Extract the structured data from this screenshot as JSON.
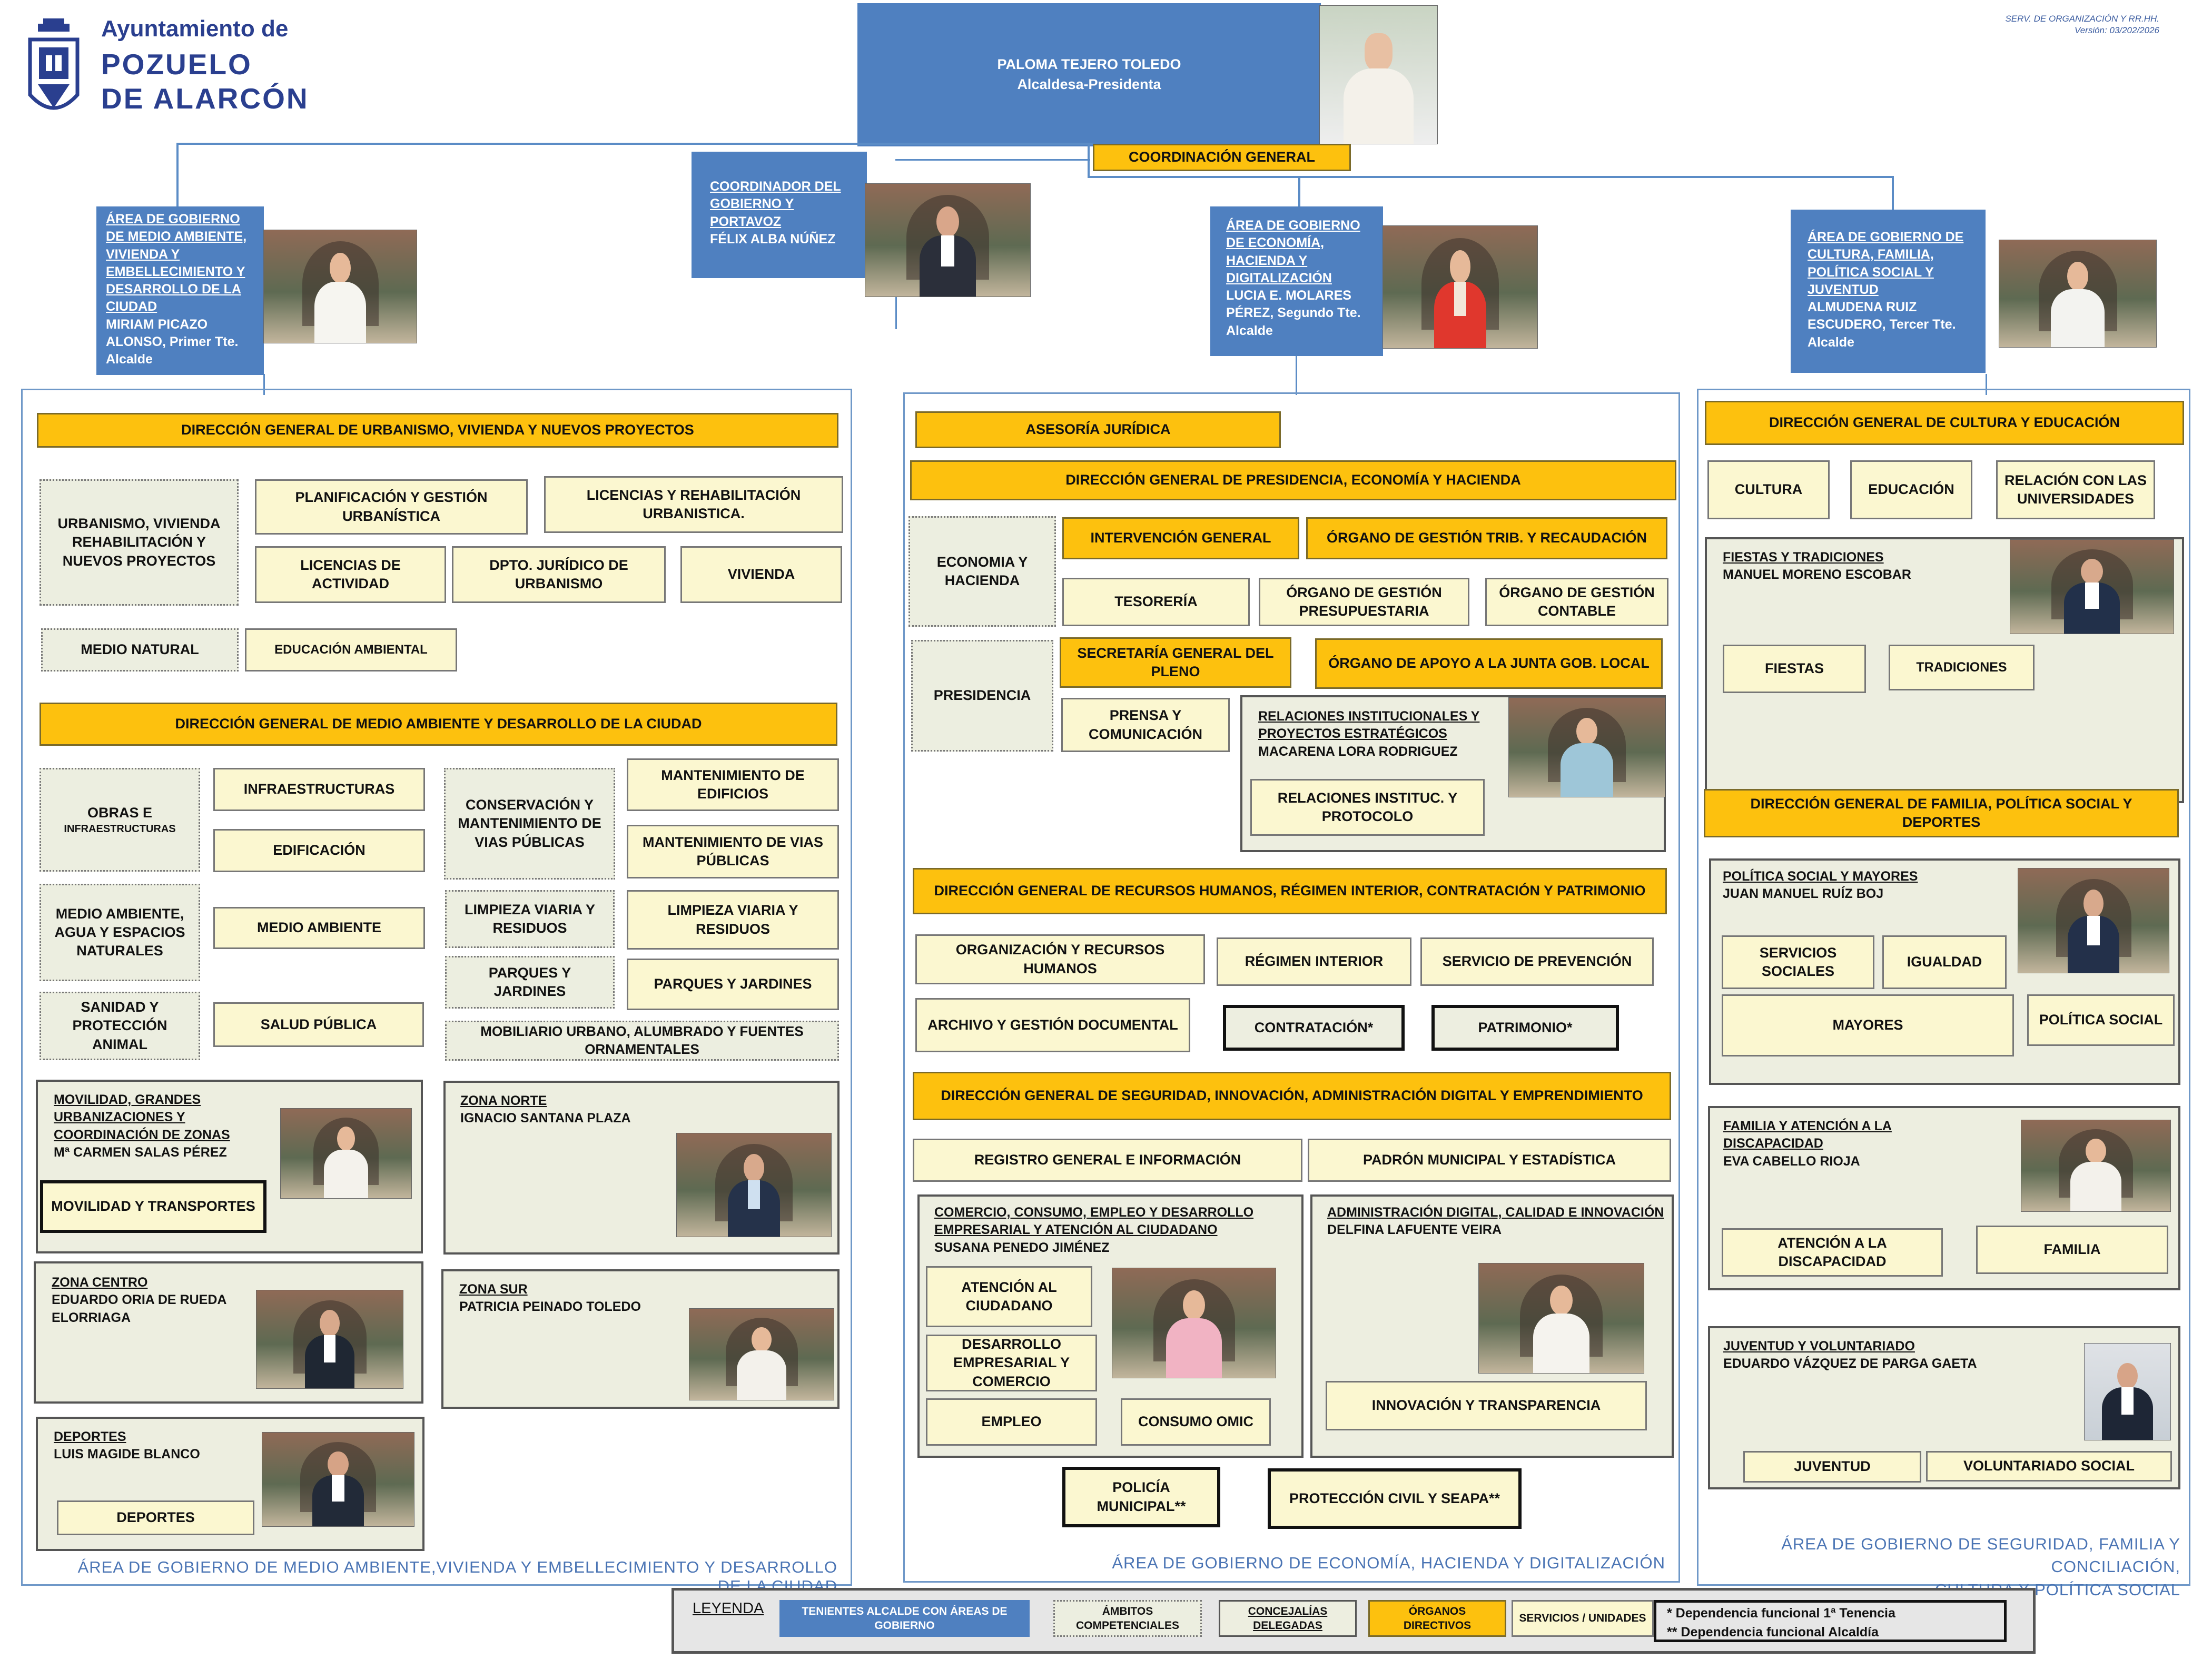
{
  "header": {
    "brand_line1": "Ayuntamiento de",
    "brand_line2": "POZUELO",
    "brand_line3": "DE ALARCÓN",
    "service": "SERV. DE ORGANIZACIÓN Y RR.HH.",
    "version": "Versión: 03/202/2026",
    "mayor_name": "PALOMA TEJERO TOLEDO",
    "mayor_title": "Alcaldesa-Presidenta",
    "coord_general": "COORDINACIÓN GENERAL"
  },
  "tenientes": {
    "t1_area": "ÁREA DE GOBIERNO DE MEDIO AMBIENTE, VIVIENDA Y EMBELLECIMIENTO Y DESARROLLO DE LA CIUDAD",
    "t1_person": "MIRIAM PICAZO ALONSO, Primer Tte. Alcalde",
    "coord_area": "COORDINADOR DEL GOBIERNO Y PORTAVOZ",
    "coord_person": "FÉLIX ALBA NÚÑEZ",
    "t2_area": "ÁREA DE GOBIERNO DE ECONOMÍA, HACIENDA Y DIGITALIZACIÓN",
    "t2_person": "LUCIA E. MOLARES PÉREZ, Segundo Tte. Alcalde",
    "t3_area": "ÁREA DE GOBIERNO DE CULTURA, FAMILIA, POLÍTICA SOCIAL Y JUVENTUD",
    "t3_person": "ALMUDENA RUIZ ESCUDERO, Tercer Tte. Alcalde"
  },
  "left": {
    "dg1": "DIRECCIÓN GENERAL DE URBANISMO, VIVIENDA Y NUEVOS PROYECTOS",
    "urb": "URBANISMO, VIVIENDA REHABILITACIÓN Y NUEVOS PROYECTOS",
    "plan": "PLANIFICACIÓN Y GESTIÓN URBANÍSTICA",
    "lic_reh": "LICENCIAS Y REHABILITACIÓN URBANISTICA.",
    "lic_act": "LICENCIAS DE ACTIVIDAD",
    "dpto": "DPTO. JURÍDICO DE URBANISMO",
    "vivienda": "VIVIENDA",
    "medio_natural": "MEDIO NATURAL",
    "edu_amb": "EDUCACIÓN AMBIENTAL",
    "dg2": "DIRECCIÓN GENERAL DE MEDIO AMBIENTE Y DESARROLLO DE LA CIUDAD",
    "obras_a": "OBRAS E",
    "obras_b": "INFRAESTRUCTURAS",
    "infra": "INFRAESTRUCTURAS",
    "edif": "EDIFICACIÓN",
    "conserv": "CONSERVACIÓN Y MANTENIMIENTO DE VIAS PÚBLICAS",
    "mant_edif": "MANTENIMIENTO DE EDIFICIOS",
    "mant_vias": "MANTENIMIENTO DE VIAS PÚBLICAS",
    "ma_agua": "MEDIO AMBIENTE, AGUA Y ESPACIOS NATURALES",
    "medio_amb": "MEDIO AMBIENTE",
    "limp1": "LIMPIEZA VIARIA Y RESIDUOS",
    "limp2": "LIMPIEZA VIARIA Y RESIDUOS",
    "parq1": "PARQUES Y JARDINES",
    "parq2": "PARQUES Y JARDINES",
    "sanidad": "SANIDAD Y PROTECCIÓN ANIMAL",
    "salud": "SALUD PÚBLICA",
    "mobiliario": "MOBILIARIO URBANO, ALUMBRADO Y FUENTES ORNAMENTALES",
    "mov_title": "MOVILIDAD, GRANDES URBANIZACIONES Y COORDINACIÓN DE ZONAS",
    "mov_person": "Mª CARMEN SALAS PÉREZ",
    "mov_box": "MOVILIDAD Y TRANSPORTES",
    "zn_title": "ZONA NORTE",
    "zn_person": "IGNACIO SANTANA PLAZA",
    "zc_title": "ZONA CENTRO",
    "zc_person": "EDUARDO ORIA DE RUEDA ELORRIAGA",
    "zs_title": "ZONA SUR",
    "zs_person": "PATRICIA PEINADO TOLEDO",
    "dep_title": "DEPORTES",
    "dep_person": "LUIS MAGIDE BLANCO",
    "dep_box": "DEPORTES",
    "footer": "ÁREA DE GOBIERNO DE MEDIO AMBIENTE,VIVIENDA Y EMBELLECIMIENTO Y DESARROLLO DE LA CIUDAD"
  },
  "mid": {
    "asesoria": "ASESORÍA JURÍDICA",
    "dg3": "DIRECCIÓN GENERAL DE PRESIDENCIA, ECONOMÍA Y HACIENDA",
    "eco": "ECONOMIA Y HACIENDA",
    "interv": "INTERVENCIÓN GENERAL",
    "org_trib": "ÓRGANO DE GESTIÓN TRIB. Y RECAUDACIÓN",
    "tesoreria": "TESORERÍA",
    "org_pres": "ÓRGANO DE GESTIÓN PRESUPUESTARIA",
    "org_cont": "ÓRGANO DE GESTIÓN CONTABLE",
    "presidencia": "PRESIDENCIA",
    "secretaria": "SECRETARÍA GENERAL DEL PLENO",
    "org_apoyo": "ÓRGANO DE APOYO A LA JUNTA GOB. LOCAL",
    "prensa": "PRENSA Y COMUNICACIÓN",
    "rel_title": "RELACIONES INSTITUCIONALES Y PROYECTOS ESTRATÉGICOS",
    "rel_person": "MACARENA LORA RODRIGUEZ",
    "rel_box": "RELACIONES INSTITUC. Y PROTOCOLO",
    "dg4": "DIRECCIÓN GENERAL DE RECURSOS HUMANOS, RÉGIMEN INTERIOR, CONTRATACIÓN Y PATRIMONIO",
    "org_rrhh": "ORGANIZACIÓN Y RECURSOS HUMANOS",
    "regimen": "RÉGIMEN INTERIOR",
    "prevencion": "SERVICIO DE PREVENCIÓN",
    "archivo": "ARCHIVO Y GESTIÓN DOCUMENTAL",
    "contratacion": "CONTRATACIÓN*",
    "patrimonio": "PATRIMONIO*",
    "dg5": "DIRECCIÓN GENERAL DE SEGURIDAD, INNOVACIÓN, ADMINISTRACIÓN DIGITAL Y EMPRENDIMIENTO",
    "registro": "REGISTRO GENERAL E INFORMACIÓN",
    "padron": "PADRÓN MUNICIPAL Y ESTADÍSTICA",
    "com_title": "COMERCIO, CONSUMO, EMPLEO Y DESARROLLO EMPRESARIAL Y ATENCIÓN AL CIUDADANO",
    "com_person": "SUSANA PENEDO JIMÉNEZ",
    "atencion": "ATENCIÓN AL CIUDADANO",
    "desarrollo": "DESARROLLO EMPRESARIAL Y COMERCIO",
    "empleo": "EMPLEO",
    "consumo": "CONSUMO OMIC",
    "adm_title": "ADMINISTRACIÓN DIGITAL, CALIDAD E INNOVACIÓN",
    "adm_person": "DELFINA LAFUENTE VEIRA",
    "innovacion": "INNOVACIÓN Y TRANSPARENCIA",
    "policia": "POLICÍA MUNICIPAL**",
    "proteccion": "PROTECCIÓN CIVIL Y SEAPA**",
    "footer": "ÁREA DE GOBIERNO DE ECONOMÍA, HACIENDA Y DIGITALIZACIÓN"
  },
  "right": {
    "dg6": "DIRECCIÓN GENERAL DE CULTURA Y EDUCACIÓN",
    "cultura": "CULTURA",
    "educacion": "EDUCACIÓN",
    "universidades": "RELACIÓN CON LAS UNIVERSIDADES",
    "fiestas_title": "FIESTAS Y TRADICIONES",
    "fiestas_person": "MANUEL MORENO ESCOBAR",
    "fiestas": "FIESTAS",
    "tradiciones": "TRADICIONES",
    "dg7": "DIRECCIÓN GENERAL DE FAMILIA, POLÍTICA SOCIAL Y DEPORTES",
    "ps_title": "POLÍTICA SOCIAL Y MAYORES",
    "ps_person": "JUAN MANUEL RUÍZ BOJ",
    "serv_soc": "SERVICIOS SOCIALES",
    "igualdad": "IGUALDAD",
    "mayores": "MAYORES",
    "politica": "POLÍTICA SOCIAL",
    "fam_title": "FAMILIA Y ATENCIÓN A LA DISCAPACIDAD",
    "fam_person": "EVA CABELLO RIOJA",
    "discap": "ATENCIÓN A LA DISCAPACIDAD",
    "familia": "FAMILIA",
    "juv_title": "JUVENTUD Y VOLUNTARIADO",
    "juv_person": "EDUARDO VÁZQUEZ DE PARGA GAETA",
    "juventud": "JUVENTUD",
    "voluntariado": "VOLUNTARIADO SOCIAL",
    "footer1": "ÁREA DE GOBIERNO DE SEGURIDAD, FAMILIA Y CONCILIACIÓN,",
    "footer2": "CULTURA Y POLÍTICA SOCIAL"
  },
  "legend": {
    "title": "LEYENDA",
    "tenientes": "TENIENTES ALCALDE CON ÁREAS DE GOBIERNO",
    "ambitos": "ÁMBITOS COMPETENCIALES",
    "concejalias": "CONCEJALÍAS DELEGADAS",
    "organos": "ÓRGANOS DIRECTIVOS",
    "servicios": "SERVICIOS / UNIDADES",
    "dep1": "* Dependencia funcional 1ª Tenencia",
    "dep2": "** Dependencia funcional Alcaldía"
  }
}
